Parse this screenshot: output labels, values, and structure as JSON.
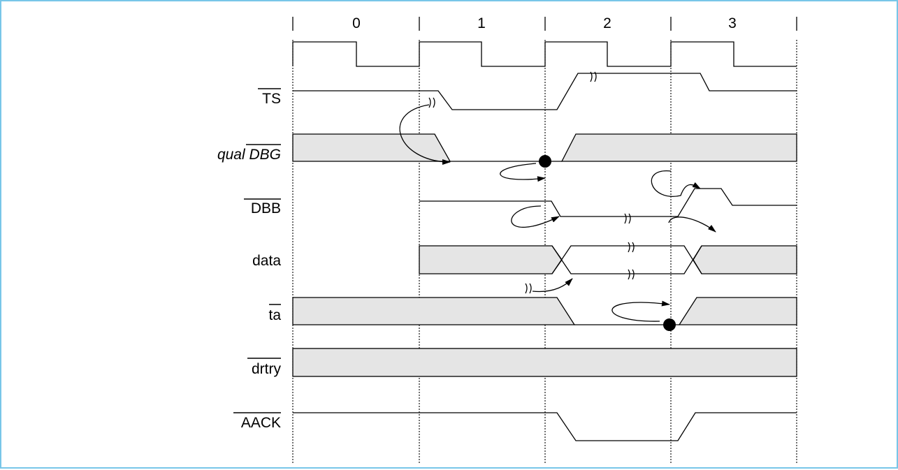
{
  "cycles": [
    "0",
    "1",
    "2",
    "3"
  ],
  "signals": [
    {
      "id": "ts",
      "prefix": "",
      "label": "TS",
      "overbar": true
    },
    {
      "id": "qual_dbg",
      "prefix": "qual ",
      "label": "DBG",
      "overbar": true,
      "italic": true
    },
    {
      "id": "dbb",
      "prefix": "",
      "label": "DBB",
      "overbar": true
    },
    {
      "id": "data",
      "prefix": "",
      "label": "data",
      "overbar": false
    },
    {
      "id": "ta",
      "prefix": "",
      "label": "ta",
      "overbar": true
    },
    {
      "id": "drtry",
      "prefix": "",
      "label": "drtry",
      "overbar": true
    },
    {
      "id": "aack",
      "prefix": "",
      "label": "AACK",
      "overbar": true
    }
  ],
  "colors": {
    "frame_border": "#78c6e8",
    "band_fill": "#e5e5e5",
    "line": "#000000"
  }
}
